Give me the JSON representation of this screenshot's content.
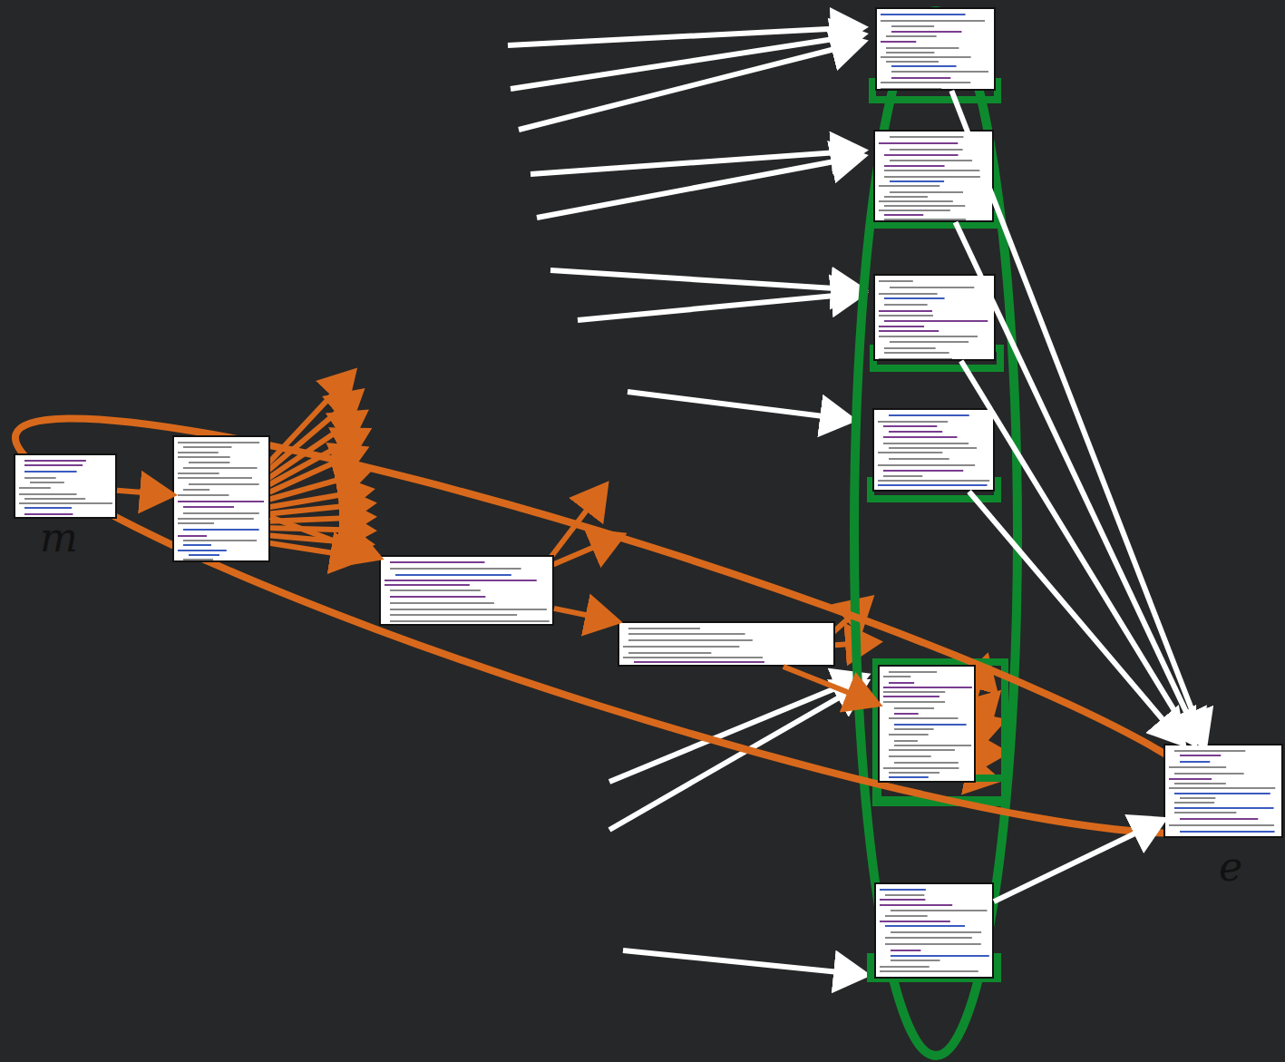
{
  "diagram": {
    "nodes": [
      {
        "text": [
          "m"
        ]
      },
      {
        "text": []
      },
      {
        "text": []
      },
      {
        "text": []
      },
      {
        "text": []
      },
      {
        "text": []
      },
      {
        "text": []
      },
      {
        "text": []
      },
      {
        "text": []
      },
      {
        "text": []
      },
      {
        "text": [
          "e"
        ]
      }
    ],
    "edges": [
      {
        "from": 0,
        "to": 1,
        "arrow": "to"
      },
      {
        "from": 1,
        "to": 2,
        "arrow": "to"
      },
      {
        "from": 2,
        "to": 3,
        "arrow": "to"
      },
      {
        "from": 3,
        "to": 8,
        "arrow": "to"
      },
      {
        "from": 4,
        "to": 10,
        "arrow": "to"
      },
      {
        "from": 5,
        "to": 10,
        "arrow": "to"
      },
      {
        "from": 6,
        "to": 10,
        "arrow": "to"
      },
      {
        "from": 7,
        "to": 10,
        "arrow": "to"
      },
      {
        "from": 9,
        "to": 10,
        "arrow": "to"
      }
    ]
  }
}
